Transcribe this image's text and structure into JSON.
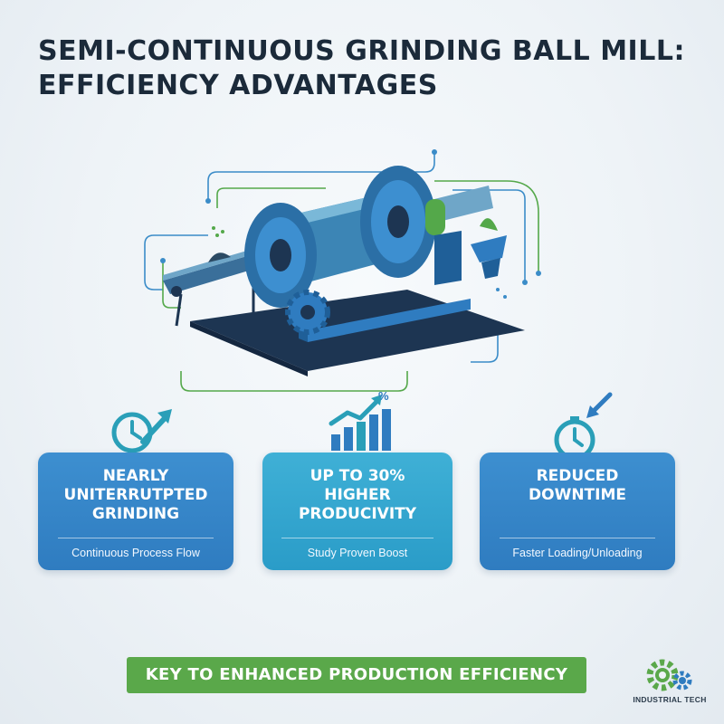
{
  "title": "SEMI-CONTINUOUS GRINDING BALL MILL: EFFICIENCY ADVANTAGES",
  "illustration": {
    "icon": "ball-mill-illustration"
  },
  "cards": [
    {
      "headline": "NEARLY\nUNITERRUTPTED\nGRINDING",
      "sub": "Continuous Process Flow",
      "icon": "clock-arrow-icon"
    },
    {
      "headline": "UP TO 30%\nHIGHER\nPRODUCIVITY",
      "sub": "Study Proven Boost",
      "icon": "bar-chart-growth-icon",
      "icon_label": "%"
    },
    {
      "headline": "REDUCED\nDOWNTIME",
      "sub": "Faster Loading/Unloading",
      "icon": "stopwatch-icon"
    }
  ],
  "banner": "KEY TO ENHANCED PRODUCTION EFFICIENCY",
  "brand": {
    "label": "INDUSTRIAL TECH",
    "icon": "gears-logo-icon"
  },
  "colors": {
    "title": "#1b2a3a",
    "card_blue": "#3d8fd0",
    "card_cyan": "#3fb0d6",
    "banner_green": "#5aa84a",
    "icon_teal": "#2a9fb8",
    "icon_blue": "#2f7cc0"
  }
}
